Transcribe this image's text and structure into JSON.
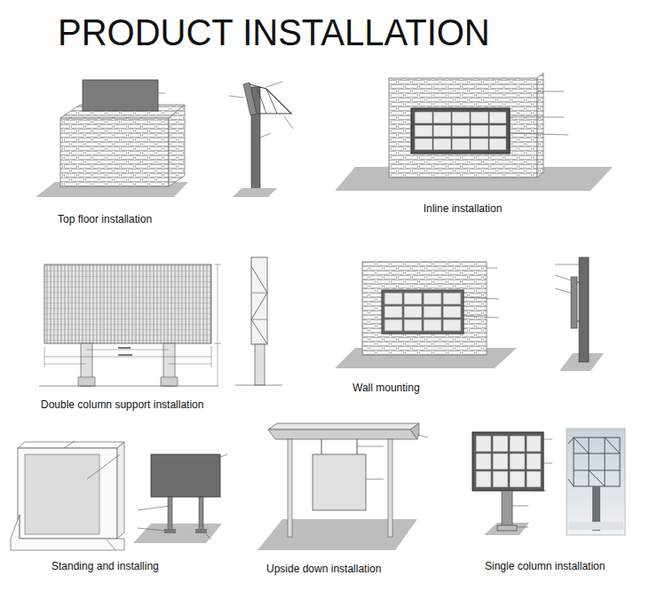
{
  "diagram": {
    "title": "PRODUCT INSTALLATION",
    "labels": [
      "Top floor installation",
      "Inline installation",
      "Double column support installation",
      "Wall mounting",
      "Standing and installing",
      "Upside down installation",
      "Single column installation"
    ]
  }
}
